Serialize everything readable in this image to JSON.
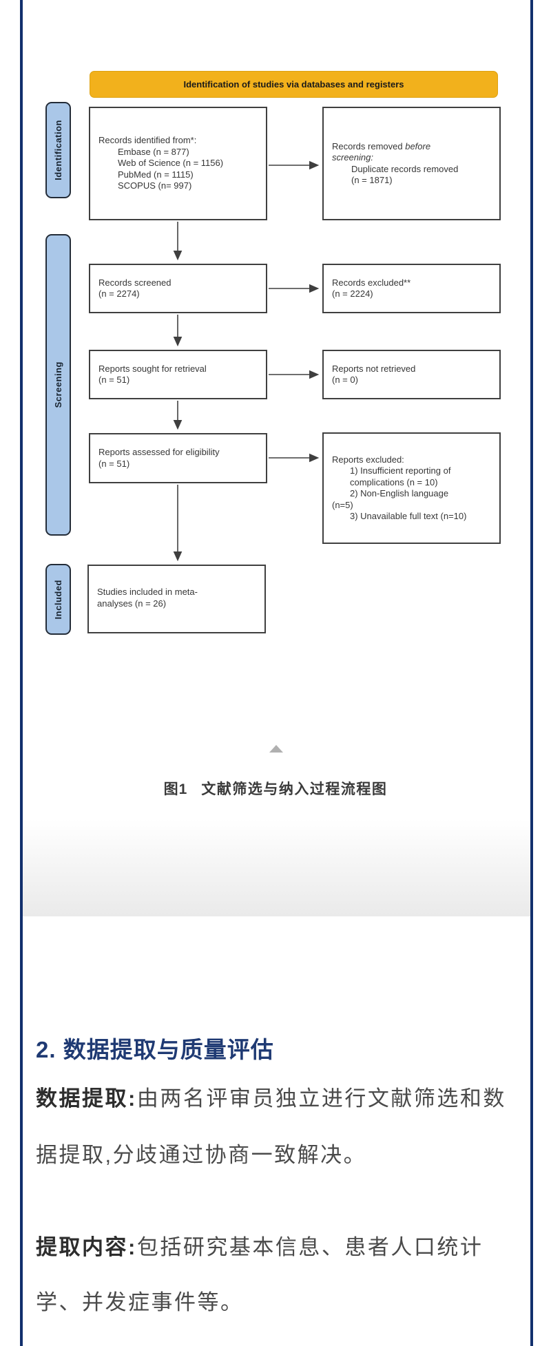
{
  "diagram": {
    "header": "Identification of studies via databases and registers",
    "stages": [
      "Identification",
      "Screening",
      "Included"
    ],
    "box_identified": {
      "lines": [
        "Records identified from*:",
        "Embase (n = 877)",
        "Web of Science (n = 1156)",
        "PubMed (n = 1115)",
        "SCOPUS (n= 997)"
      ]
    },
    "box_removed": {
      "line1_a": "Records removed ",
      "line1_b": "before",
      "line2": "screening:",
      "line3": "Duplicate records removed",
      "line4": "(n = 1871)"
    },
    "box_screened": {
      "lines": [
        "Records screened",
        "(n = 2274)"
      ]
    },
    "box_excluded": {
      "lines": [
        "Records excluded**",
        "(n = 2224)"
      ]
    },
    "box_sought": {
      "lines": [
        "Reports sought for retrieval",
        "(n = 51)"
      ]
    },
    "box_not_retrieved": {
      "lines": [
        "Reports not retrieved",
        "(n = 0)"
      ]
    },
    "box_assessed": {
      "lines": [
        "Reports assessed for eligibility",
        "(n = 51)"
      ]
    },
    "box_reports_excluded": {
      "lines": [
        "Reports excluded:",
        "1) Insufficient reporting of",
        "complications (n = 10)",
        "2) Non-English language",
        "(n=5)",
        "3) Unavailable full text (n=10)"
      ]
    },
    "box_included_studies": {
      "lines": [
        "Studies included in meta-",
        "analyses (n = 26)"
      ]
    },
    "colors": {
      "header_yellow": "#f2b11c",
      "stage_blue": "#aac7e8",
      "page_border_navy": "#12306d"
    }
  },
  "figure_caption": {
    "prefix": "图1",
    "text": "文献筛选与纳入过程流程图"
  },
  "article": {
    "heading": "2. 数据提取与质量评估",
    "paragraphs": [
      {
        "label": "数据提取:",
        "line1": "由两名评审员独立进行文献筛选和数",
        "line2": "据提取,分歧通过协商一致解决。"
      },
      {
        "label": "提取内容:",
        "line1": "包括研究基本信息、患者人口统计",
        "line2": "学、并发症事件等。"
      }
    ]
  }
}
